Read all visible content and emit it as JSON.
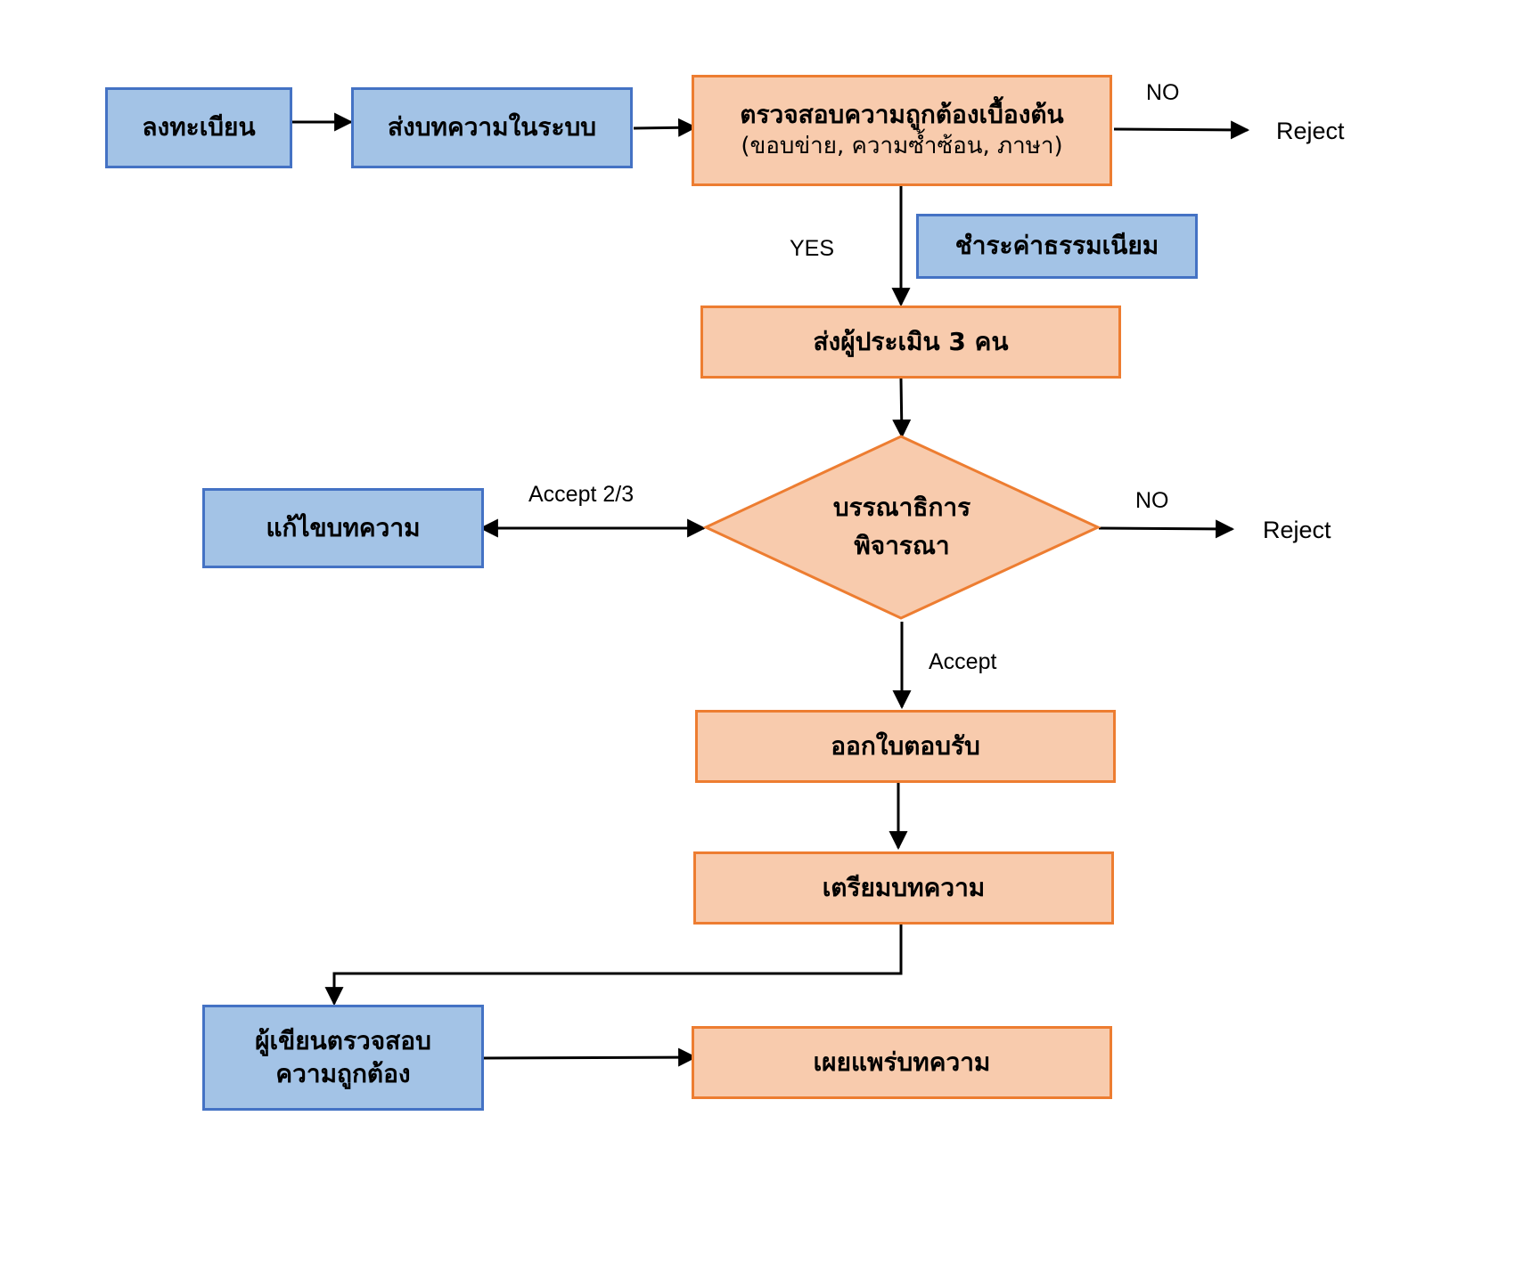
{
  "steps": {
    "register": "ลงทะเบียน",
    "submit": "ส่งบทความในระบบ",
    "check_title": "ตรวจสอบความถูกต้องเบื้องต้น",
    "check_sub": "(ขอบข่าย, ความซ้ำซ้อน, ภาษา)",
    "pay_fee": "ชำระค่าธรรมเนียม",
    "send_reviewers": "ส่งผู้ประเมิน 3 คน",
    "editor_line1": "บรรณาธิการ",
    "editor_line2": "พิจารณา",
    "revise": "แก้ไขบทความ",
    "acceptance_letter": "ออกใบตอบรับ",
    "prepare": "เตรียมบทความ",
    "author_check_line1": "ผู้เขียนตรวจสอบ",
    "author_check_line2": "ความถูกต้อง",
    "publish": "เผยแพร่บทความ"
  },
  "labels": {
    "no_1": "NO",
    "reject_1": "Reject",
    "yes": "YES",
    "accept_2_3": "Accept 2/3",
    "no_2": "NO",
    "reject_2": "Reject",
    "accept": "Accept"
  },
  "colors": {
    "blue_fill": "#a3c3e6",
    "blue_border": "#4472c4",
    "orange_fill": "#f8cbad",
    "orange_border": "#ed7d31"
  }
}
